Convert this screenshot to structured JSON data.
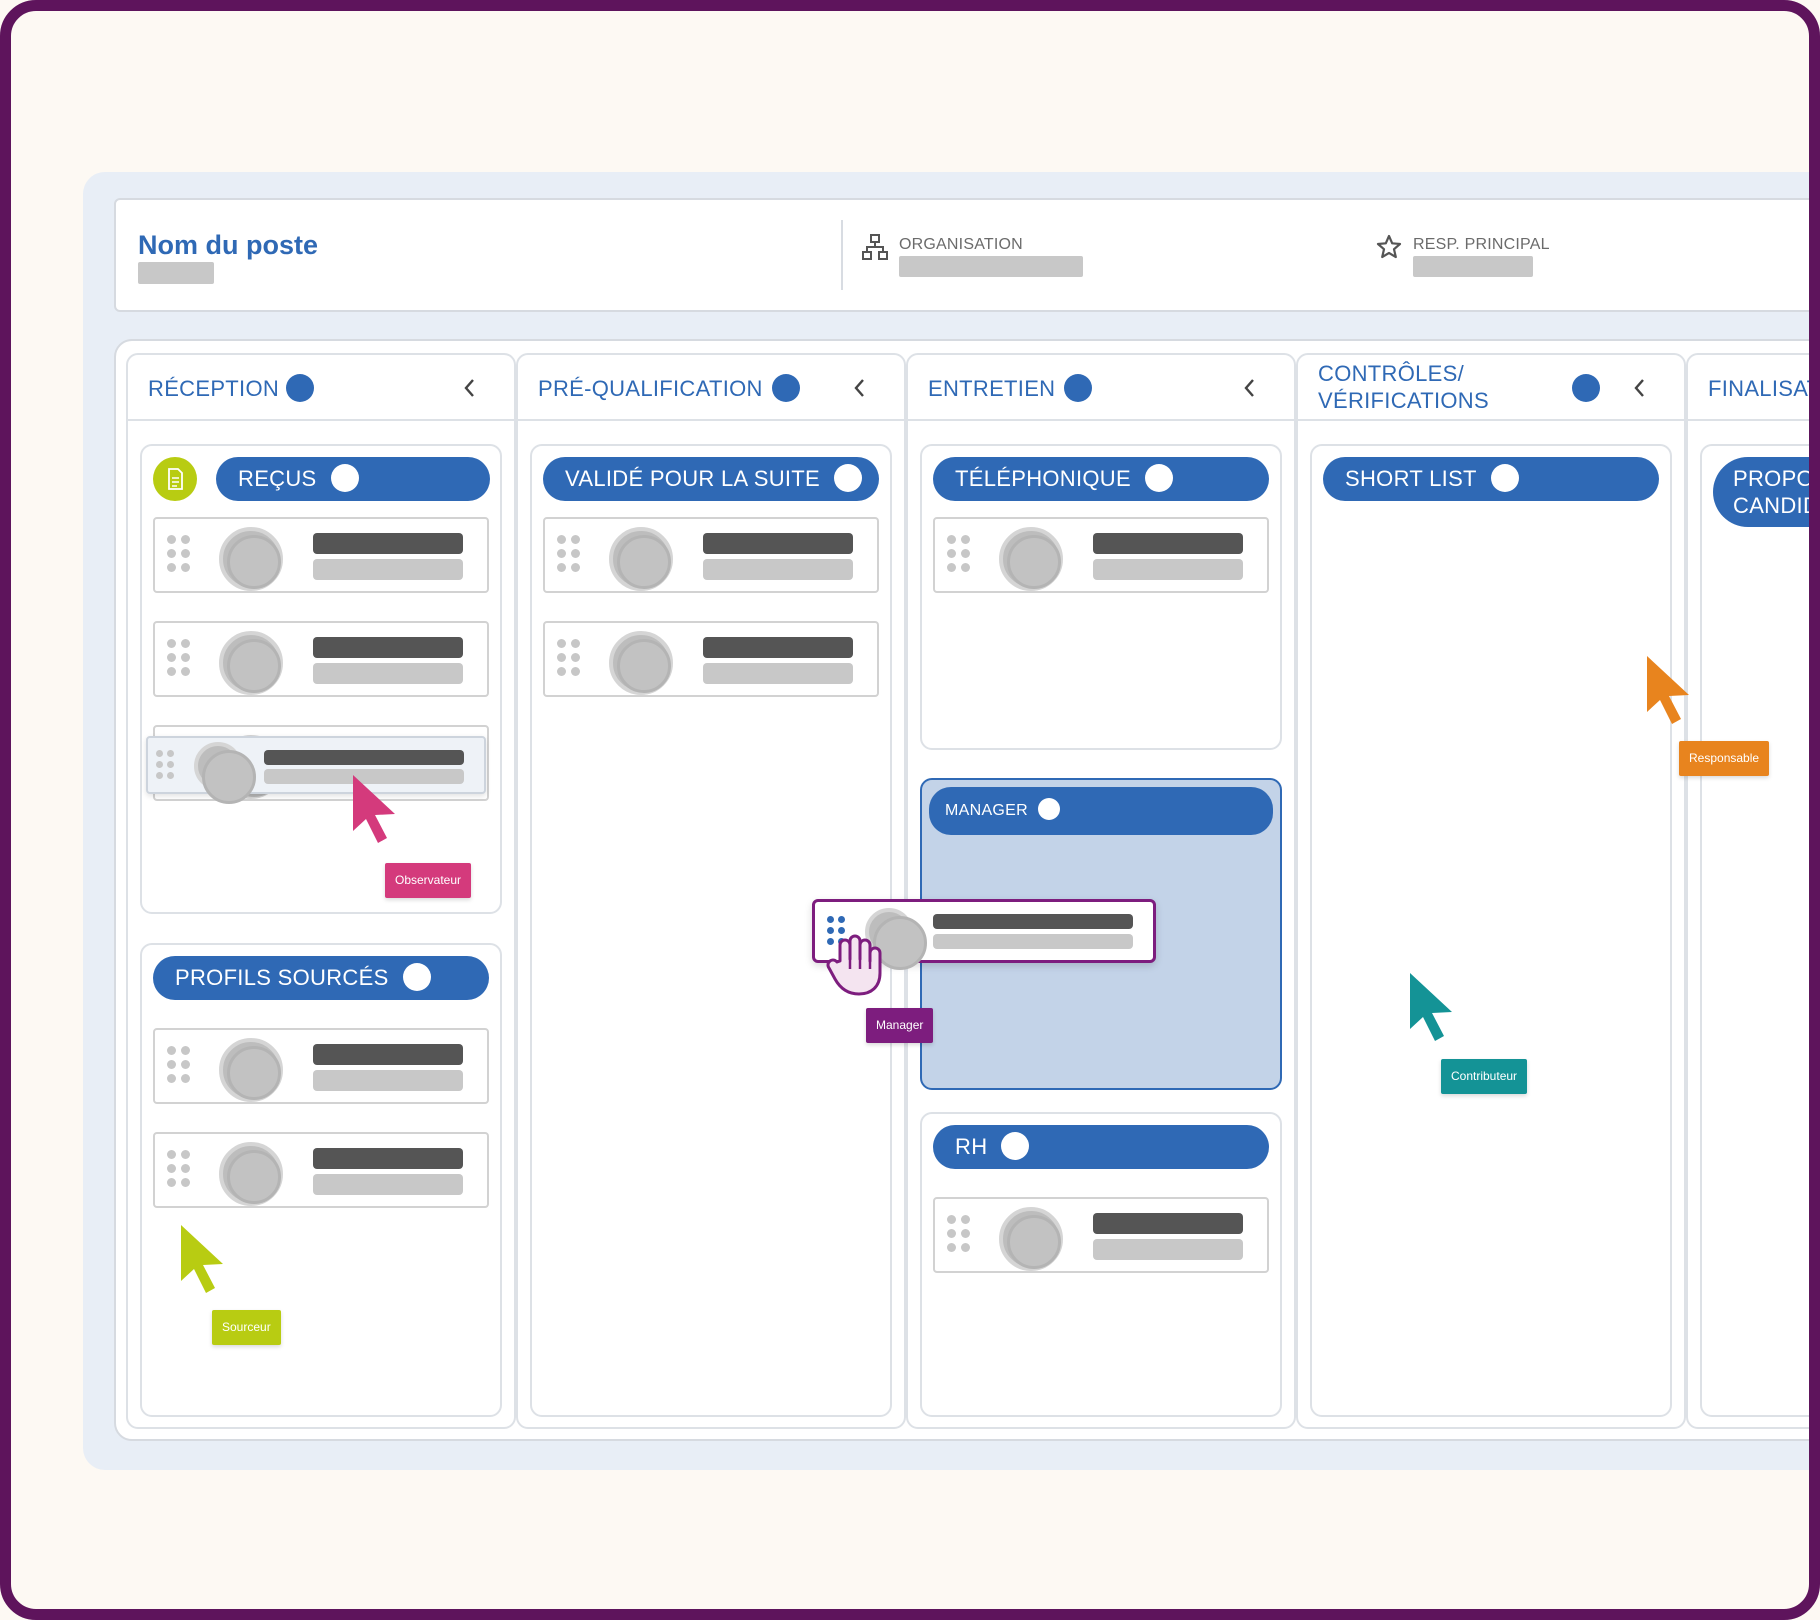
{
  "header": {
    "job_title": "Nom du poste",
    "organisation_label": "ORGANISATION",
    "resp_label": "RESP. PRINCIPAL"
  },
  "columns": [
    {
      "title": "RÉCEPTION"
    },
    {
      "title": "PRÉ-QUALIFICATION"
    },
    {
      "title": "ENTRETIEN"
    },
    {
      "title_line1": "CONTRÔLES/",
      "title_line2": "VÉRIFICATIONS"
    },
    {
      "title": "FINALISATI"
    }
  ],
  "groups": {
    "recus": "REÇUS",
    "profils_sources": "PROFILS SOURCÉS",
    "valide": "VALIDÉ POUR LA SUITE",
    "telephonique": "TÉLÉPHONIQUE",
    "manager": "MANAGER",
    "rh": "RH",
    "short_list": "SHORT LIST",
    "propos_line1": "PROPOS",
    "propos_line2": "CANDID"
  },
  "cursors": {
    "observateur": "Observateur",
    "manager": "Manager",
    "responsable": "Responsable",
    "contributeur": "Contributeur",
    "sourceur": "Sourceur"
  },
  "colors": {
    "brand_blue": "#2f69b5",
    "frame_purple": "#5e145c",
    "observateur": "#d43a7c",
    "manager": "#7d1d7e",
    "responsable": "#e8841e",
    "contributeur": "#149396",
    "sourceur": "#b8cc12"
  },
  "icons": [
    "org-chart-icon",
    "star-icon",
    "chevron-left-icon",
    "document-icon",
    "drag-grip-icon",
    "grab-hand-icon",
    "cursor-arrow-icon"
  ]
}
